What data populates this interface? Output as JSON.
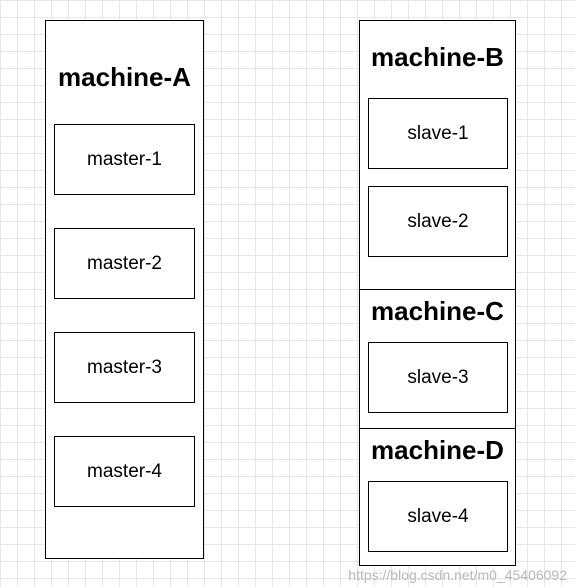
{
  "machines": [
    {
      "title": "machine-A",
      "nodes": [
        "master-1",
        "master-2",
        "master-3",
        "master-4"
      ]
    },
    {
      "title": "machine-B",
      "nodes": [
        "slave-1",
        "slave-2"
      ]
    },
    {
      "title": "machine-C",
      "nodes": [
        "slave-3"
      ]
    },
    {
      "title": "machine-D",
      "nodes": [
        "slave-4"
      ]
    }
  ],
  "watermark": "https://blog.csdn.net/m0_45406092"
}
